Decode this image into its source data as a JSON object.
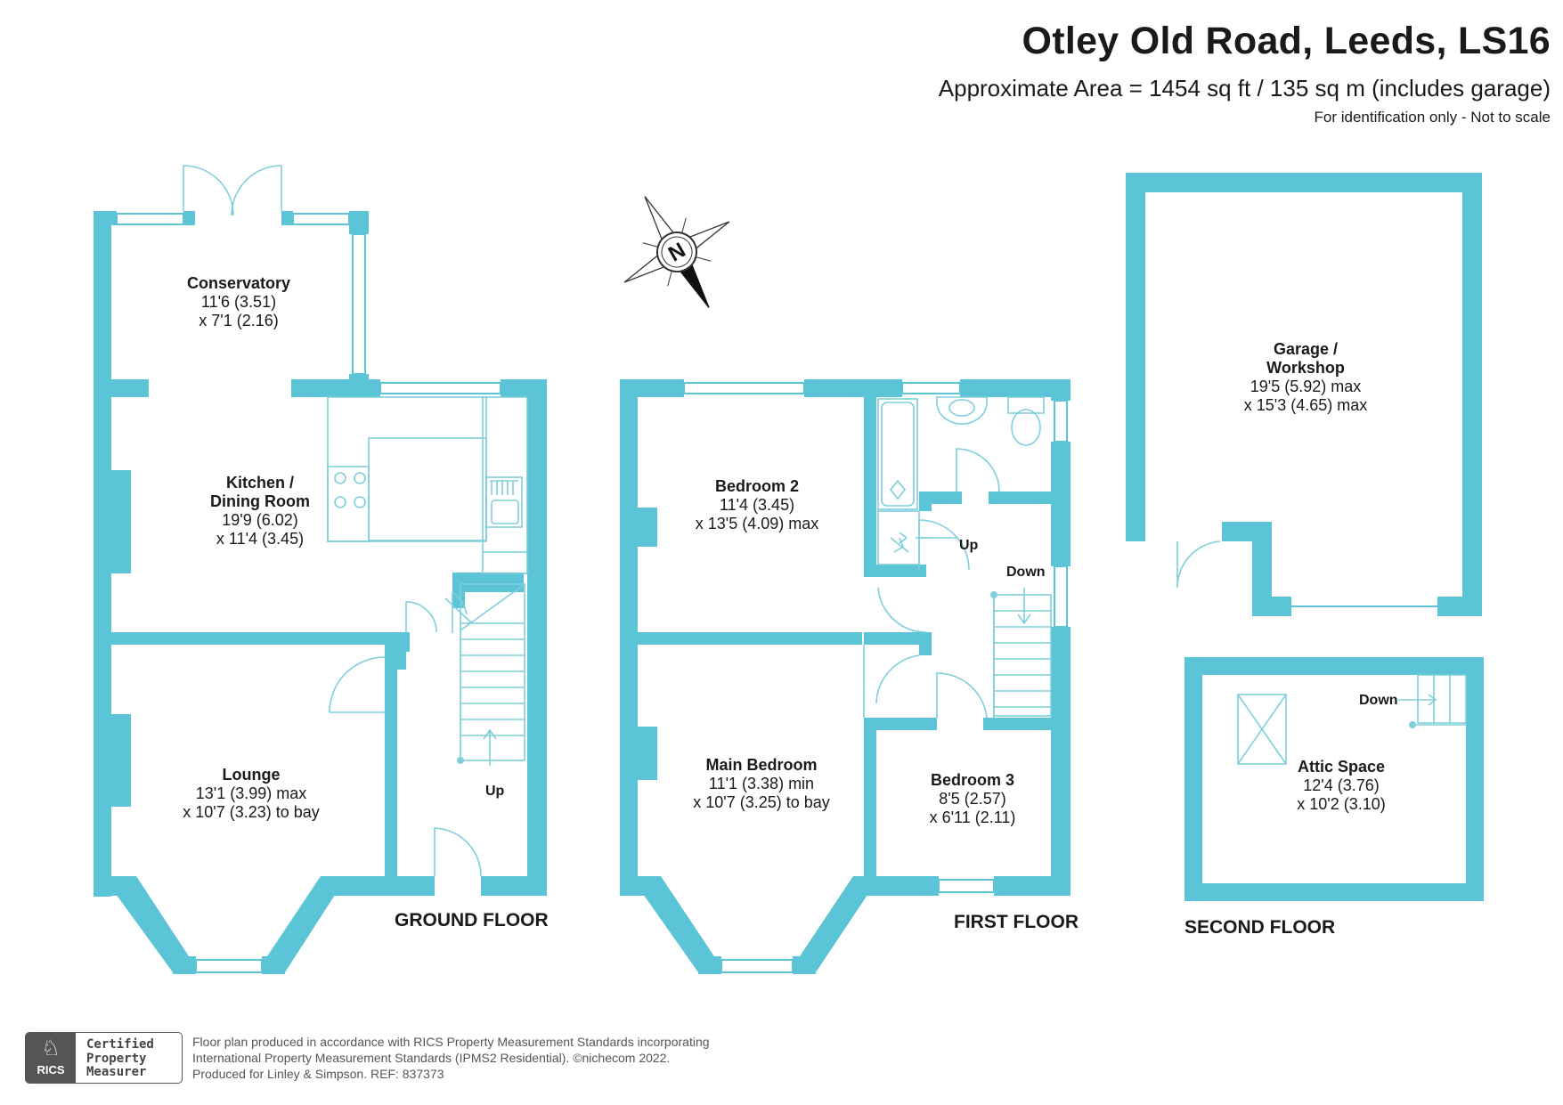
{
  "header": {
    "title": "Otley Old Road, Leeds, LS16",
    "area": "Approximate Area = 1454 sq ft / 135 sq m (includes garage)",
    "note": "For identification only - Not to scale"
  },
  "colors": {
    "wall": "#5bc4d6",
    "fixture": "#7ecfdc",
    "text": "#1a1a1a"
  },
  "compass": {
    "label": "N",
    "icon": "compass-rose-icon"
  },
  "rooms": {
    "conservatory": {
      "name": "Conservatory",
      "dim1": "11'6 (3.51)",
      "dim2": "x 7'1 (2.16)"
    },
    "kitchen": {
      "name1": "Kitchen /",
      "name2": "Dining Room",
      "dim1": "19'9 (6.02)",
      "dim2": "x 11'4 (3.45)"
    },
    "lounge": {
      "name": "Lounge",
      "dim1": "13'1 (3.99) max",
      "dim2": "x 10'7 (3.23) to bay"
    },
    "bedroom2": {
      "name": "Bedroom 2",
      "dim1": "11'4 (3.45)",
      "dim2": "x 13'5 (4.09) max"
    },
    "main_bedroom": {
      "name": "Main Bedroom",
      "dim1": "11'1 (3.38) min",
      "dim2": "x 10'7 (3.25) to bay"
    },
    "bedroom3": {
      "name": "Bedroom 3",
      "dim1": "8'5 (2.57)",
      "dim2": "x 6'11 (2.11)"
    },
    "garage": {
      "name1": "Garage /",
      "name2": "Workshop",
      "dim1": "19'5 (5.92) max",
      "dim2": "x 15'3 (4.65) max"
    },
    "attic": {
      "name": "Attic Space",
      "dim1": "12'4 (3.76)",
      "dim2": "x 10'2 (3.10)"
    }
  },
  "stairs": {
    "ground_up": "Up",
    "first_up": "Up",
    "first_down": "Down",
    "attic_down": "Down"
  },
  "floors": {
    "ground": "GROUND FLOOR",
    "first": "FIRST FLOOR",
    "second": "SECOND FLOOR"
  },
  "footer": {
    "badge": {
      "logo": "RICS",
      "line1": "Certified",
      "line2": "Property",
      "line3": "Measurer"
    },
    "line1": "Floor plan produced in accordance with RICS Property Measurement Standards incorporating",
    "line2": "International Property Measurement Standards (IPMS2 Residential).   ©nichecom 2022.",
    "line3": "Produced for Linley & Simpson.   REF: 837373"
  }
}
